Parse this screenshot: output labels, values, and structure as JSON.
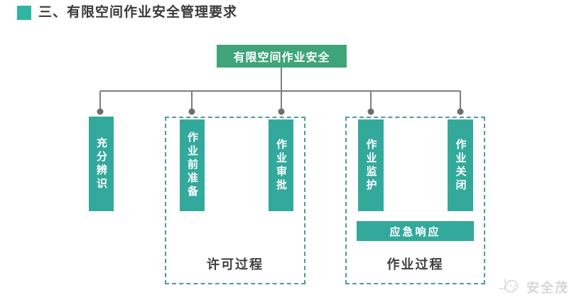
{
  "page": {
    "title": "三、有限空间作业安全管理要求"
  },
  "diagram": {
    "root_label": "有限空间作业安全",
    "nodes": [
      {
        "label": "充分辨识"
      },
      {
        "label": "作业前准备"
      },
      {
        "label": "作业审批"
      },
      {
        "label": "作业监护"
      },
      {
        "label": "作业关闭"
      }
    ],
    "emergency_label": "应急响应",
    "groups": [
      {
        "label": "许可过程"
      },
      {
        "label": "作业过程"
      }
    ]
  },
  "watermark": {
    "text": "安全茂"
  },
  "colors": {
    "node_teal": "#33a99c",
    "root_green": "#3fa478",
    "title_square_teal": "#2eb6a3",
    "dashed_border_teal": "#4f9d96",
    "connector_gray": "#7e7e7e",
    "title_text": "#3a3a3a",
    "watermark_gray": "#d6d6d6"
  }
}
